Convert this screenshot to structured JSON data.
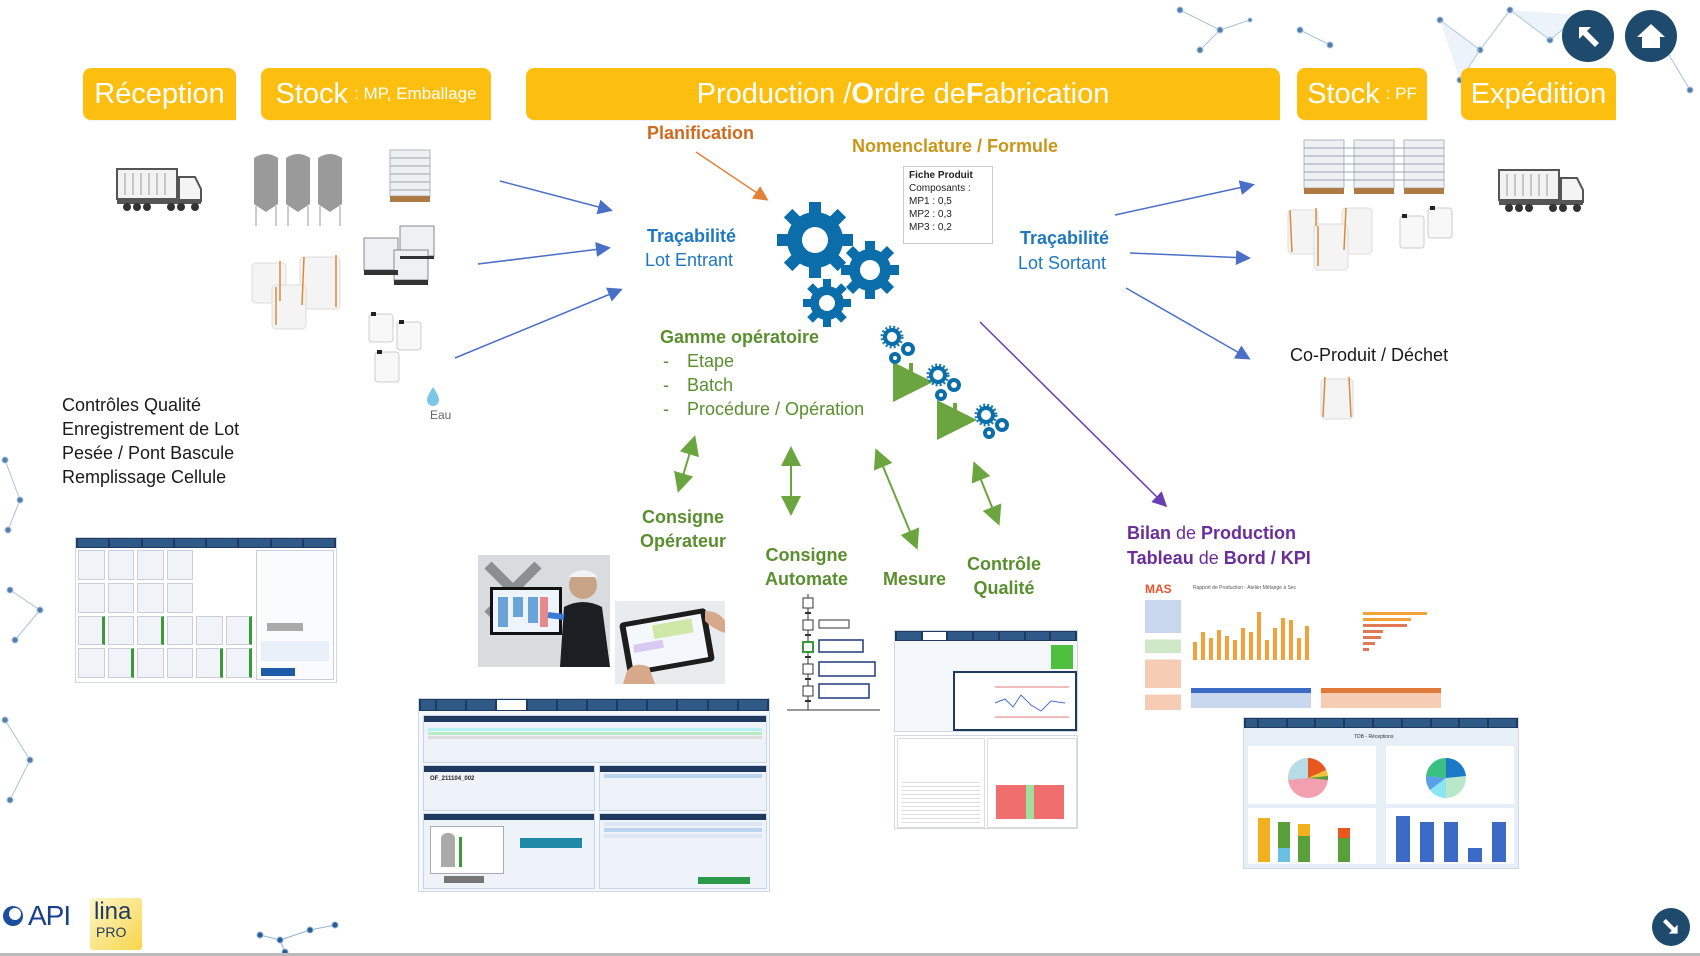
{
  "header": {
    "reception": "Réception",
    "stock_mp": {
      "main": "Stock",
      "sub": ": MP, Emballage"
    },
    "production": {
      "part1": "Production  / ",
      "o": "O",
      "rdre": "rdre de ",
      "f": "F",
      "abrication": "abrication"
    },
    "stock_pf": {
      "main": "Stock",
      "sub": ": PF"
    },
    "expedition": "Expédition"
  },
  "colors": {
    "header_bg": "#FDBF0F",
    "nav_button_bg": "#1E4A6E",
    "tracabilite_blue": "#1F78C1",
    "gamme_green": "#5A8F2F",
    "planification_orange": "#D06A1E",
    "nomenclature_gold": "#C9961A",
    "bilan_purple": "#6A2D9A",
    "gear_blue": "#0B6EAA"
  },
  "nav": {
    "back_icon": "arrow-up-left-icon",
    "home_icon": "home-icon",
    "next_icon": "arrow-down-right-icon"
  },
  "labels": {
    "planification": "Planification",
    "nomenclature": "Nomenclature / Formule",
    "fiche": {
      "title": "Fiche Produit",
      "lines": [
        "Composants :",
        "MP1 : 0,5",
        "MP2 : 0,3",
        "MP3 : 0,2"
      ]
    },
    "tracabilite_in": {
      "title": "Traçabilité",
      "sub": "Lot Entrant"
    },
    "tracabilite_out": {
      "title": "Traçabilité",
      "sub": "Lot Sortant"
    },
    "gamme": {
      "title": "Gamme opératoire",
      "items": [
        "Etape",
        "Batch",
        "Procédure / Opération"
      ],
      "bullet": "-"
    },
    "eau": "Eau",
    "coproduit": "Co-Produit / Déchet",
    "reception_tasks": [
      "Contrôles Qualité",
      "Enregistrement de Lot",
      "Pesée / Pont Bascule",
      "Remplissage Cellule"
    ],
    "consigne_operateur": [
      "Consigne",
      "Opérateur"
    ],
    "consigne_automate": [
      "Consigne",
      "Automate"
    ],
    "mesure": "Mesure",
    "controle_qualite": [
      "Contrôle",
      "Qualité"
    ],
    "bilan": {
      "w1": "Bilan",
      "w2": " de ",
      "w3": "Production"
    },
    "tableau": {
      "w1": "Tableau",
      "w2": " de ",
      "w3": "Bord / KPI"
    }
  },
  "thumbnails": {
    "mas_logo": "MAS",
    "mas_title": "Rapport de Production - Atelier Mélange à Sec",
    "tdb_title": "TDB - Réceptions",
    "of_id": "OF_211104_002"
  },
  "logos": {
    "api": "API",
    "lina": "lina",
    "pro": "PRO"
  }
}
